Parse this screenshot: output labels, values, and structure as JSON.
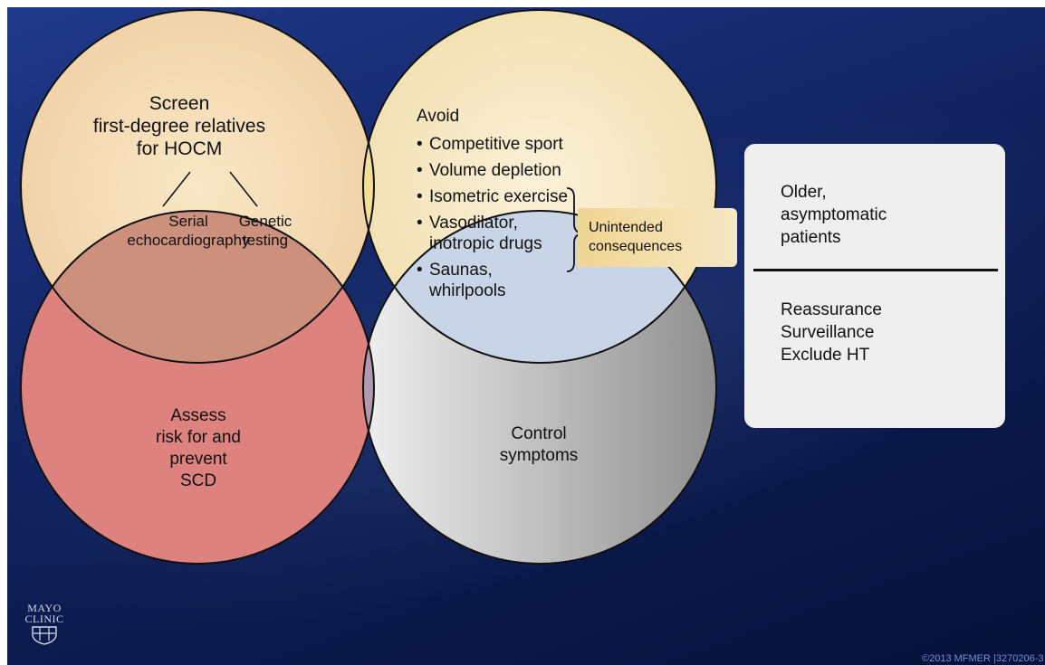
{
  "colors": {
    "background": "#15296d",
    "screen_circle": "#f2d8b2",
    "avoid_circle": "#f6e6c4",
    "scd_circle": "#dd827f",
    "control_circle": "#bbbbbb",
    "lens_top": "#f3df98",
    "lens_left": "#cc907d",
    "lens_right": "#c9d5e6",
    "lens_bottom": "#b298ac"
  },
  "screen": {
    "title_lines": [
      "Screen",
      "first-degree relatives",
      "for HOCM"
    ],
    "serial_lines": [
      "Serial",
      "echocardiography"
    ],
    "genetic_lines": [
      "Genetic",
      "testing"
    ]
  },
  "avoid": {
    "title": "Avoid",
    "items": [
      [
        "Competitive sport"
      ],
      [
        "Volume depletion"
      ],
      [
        "Isometric exercise"
      ],
      [
        "Vasodilator,",
        "inotropic drugs"
      ],
      [
        "Saunas,",
        "whirlpools"
      ]
    ],
    "unintended": [
      "Unintended",
      "consequences"
    ]
  },
  "scd": {
    "lines": [
      "Assess",
      "risk for and",
      "prevent",
      "SCD"
    ]
  },
  "control": {
    "lines": [
      "Control",
      "symptoms"
    ]
  },
  "sidebar": {
    "heading_lines": [
      "Older,",
      "asymptomatic",
      "patients"
    ],
    "items": [
      "Reassurance",
      "Surveillance",
      "Exclude HT"
    ]
  },
  "logo": {
    "lines": [
      "MAYO",
      "CLINIC"
    ]
  },
  "copyright": "©2013 MFMER  |3270206-3"
}
